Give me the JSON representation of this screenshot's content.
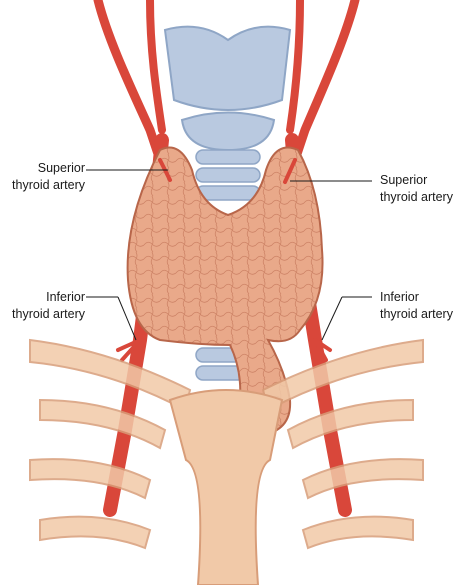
{
  "labels": {
    "superior_left": {
      "line1": "Superior",
      "line2": "thyroid artery"
    },
    "superior_right": {
      "line1": "Superior",
      "line2": "thyroid artery"
    },
    "inferior_left": {
      "line1": "Inferior",
      "line2": "thyroid artery"
    },
    "inferior_right": {
      "line1": "Inferior",
      "line2": "thyroid artery"
    }
  },
  "colors": {
    "artery": "#d9473a",
    "artery_dark": "#b9352a",
    "cartilage": "#b9c9e0",
    "cartilage_shade": "#8fa6c6",
    "thyroid": "#e9a98a",
    "thyroid_line": "#b8664a",
    "bone": "#f1c9a8",
    "bone_shade": "#d89d79",
    "label_line": "#1a1a1a"
  }
}
